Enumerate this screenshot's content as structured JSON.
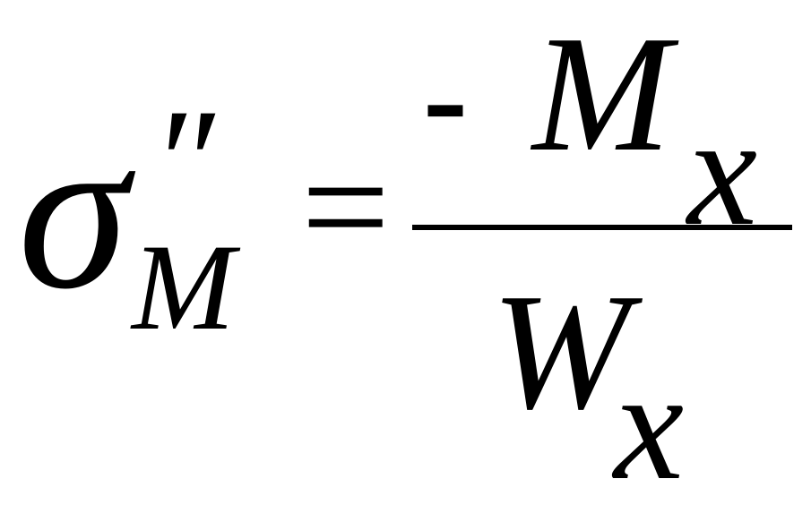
{
  "formula": {
    "lhs": {
      "symbol": "σ",
      "prime": "″",
      "subscript": "M"
    },
    "equals": "=",
    "numerator": {
      "sign": "-",
      "symbol": "M",
      "subscript": "x"
    },
    "denominator": {
      "symbol": "W",
      "subscript": "x"
    }
  },
  "colors": {
    "ink": "#000000",
    "background": "#ffffff"
  }
}
